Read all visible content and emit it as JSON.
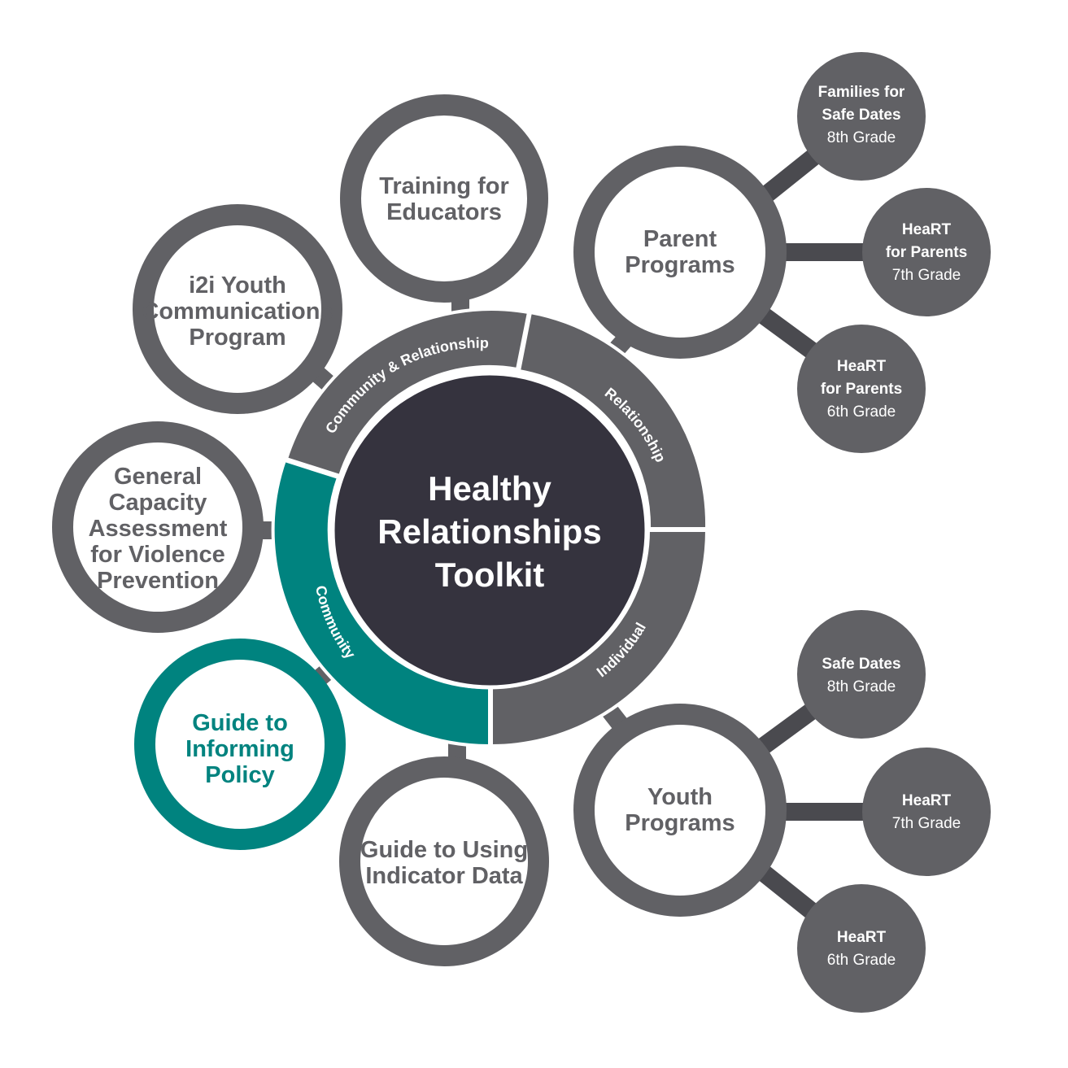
{
  "colors": {
    "gray": "#616165",
    "dark_gray": "#4a4a4f",
    "teal": "#00837f",
    "center": "#35333e",
    "white": "#ffffff"
  },
  "center": {
    "line1": "Healthy",
    "line2": "Relationships",
    "line3": "Toolkit"
  },
  "ring": {
    "community_relationship": "Community & Relationship",
    "relationship": "Relationship",
    "individual": "Individual",
    "community": "Community"
  },
  "nodes": {
    "training": {
      "line1": "Training for",
      "line2": "Educators"
    },
    "i2i": {
      "line1": "i2i Youth",
      "line2": "Communications",
      "line3": "Program"
    },
    "general": {
      "line1": "General",
      "line2": "Capacity",
      "line3": "Assessment",
      "line4": "for Violence",
      "line5": "Prevention"
    },
    "informing": {
      "line1": "Guide to",
      "line2": "Informing",
      "line3": "Policy"
    },
    "indicator": {
      "line1": "Guide to Using",
      "line2": "Indicator Data"
    },
    "parent": {
      "line1": "Parent",
      "line2": "Programs"
    },
    "youth": {
      "line1": "Youth",
      "line2": "Programs"
    }
  },
  "sub_nodes": {
    "families": {
      "line1": "Families for",
      "line2": "Safe Dates",
      "grade": "8th Grade"
    },
    "heart_parents_7": {
      "line1": "HeaRT",
      "line2": "for Parents",
      "grade": "7th Grade"
    },
    "heart_parents_6": {
      "line1": "HeaRT",
      "line2": "for Parents",
      "grade": "6th Grade"
    },
    "safe_dates": {
      "line1": "Safe Dates",
      "grade": "8th Grade"
    },
    "heart_7": {
      "line1": "HeaRT",
      "grade": "7th Grade"
    },
    "heart_6": {
      "line1": "HeaRT",
      "grade": "6th Grade"
    }
  }
}
